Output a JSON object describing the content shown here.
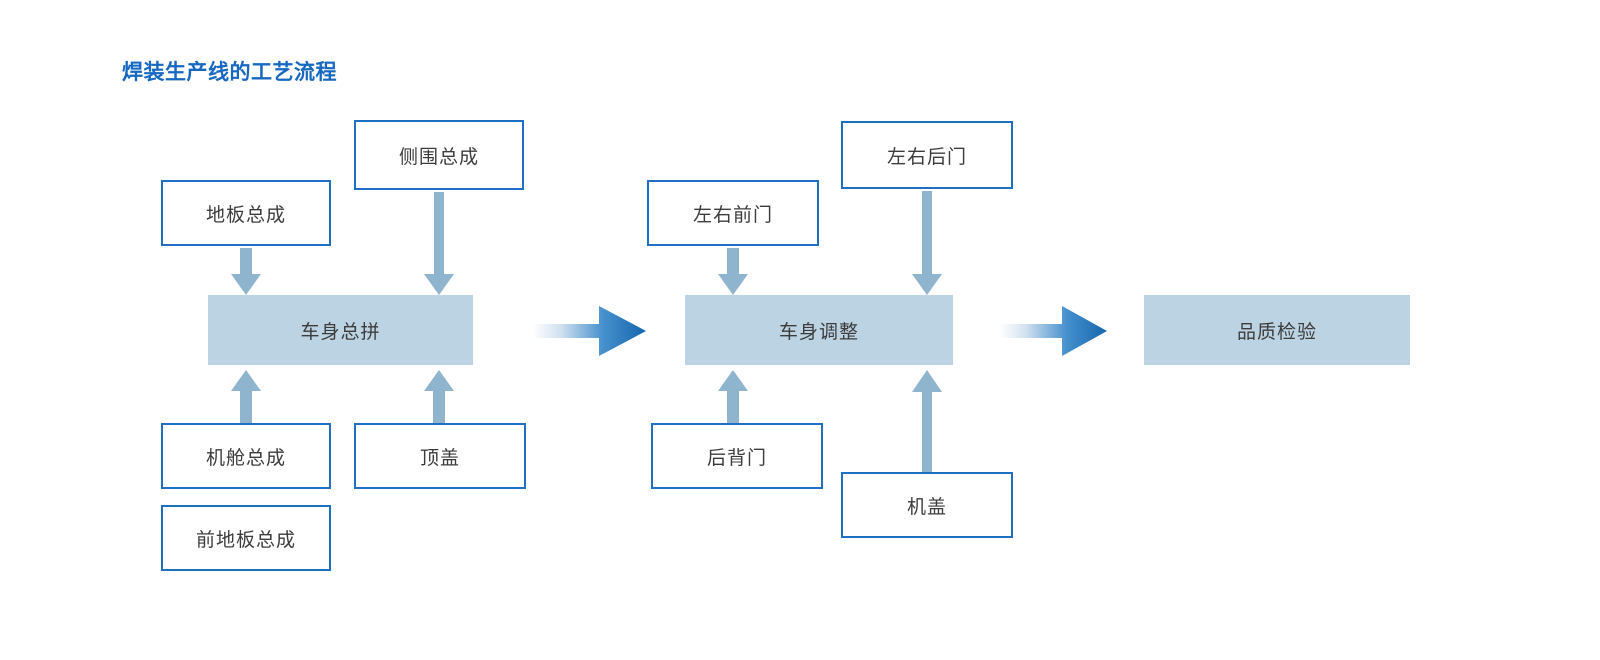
{
  "title": "焊装生产线的工艺流程",
  "colors": {
    "title_blue": "#1668c1",
    "node_border_blue": "#1f6fc4",
    "node_fill_blue": "#bcd3e3",
    "arrow_blue": "#8fb4ce",
    "connector_gradient_start": "#ffffff",
    "connector_gradient_end": "#1a6fb8",
    "text_gray": "#3c3c3c",
    "background": "#ffffff"
  },
  "diagram": {
    "type": "flowchart",
    "stages": [
      {
        "id": "stage-1",
        "label": "车身总拼",
        "inputs_top": [
          "地板总成",
          "侧围总成"
        ],
        "inputs_bottom": [
          "机舱总成",
          "顶盖"
        ],
        "unconnected": [
          "前地板总成"
        ]
      },
      {
        "id": "stage-2",
        "label": "车身调整",
        "inputs_top": [
          "左右前门",
          "左右后门"
        ],
        "inputs_bottom": [
          "后背门",
          "机盖"
        ],
        "unconnected": []
      },
      {
        "id": "stage-3",
        "label": "品质检验",
        "inputs_top": [],
        "inputs_bottom": [],
        "unconnected": []
      }
    ],
    "nodes": {
      "floor_assembly": "地板总成",
      "side_panel_assembly": "侧围总成",
      "body_framing": "车身总拼",
      "engine_bay_assembly": "机舱总成",
      "roof_panel": "顶盖",
      "front_floor_assembly": "前地板总成",
      "front_doors": "左右前门",
      "rear_doors": "左右后门",
      "body_adjustment": "车身调整",
      "tailgate": "后背门",
      "hood": "机盖",
      "quality_inspection": "品质检验"
    }
  }
}
